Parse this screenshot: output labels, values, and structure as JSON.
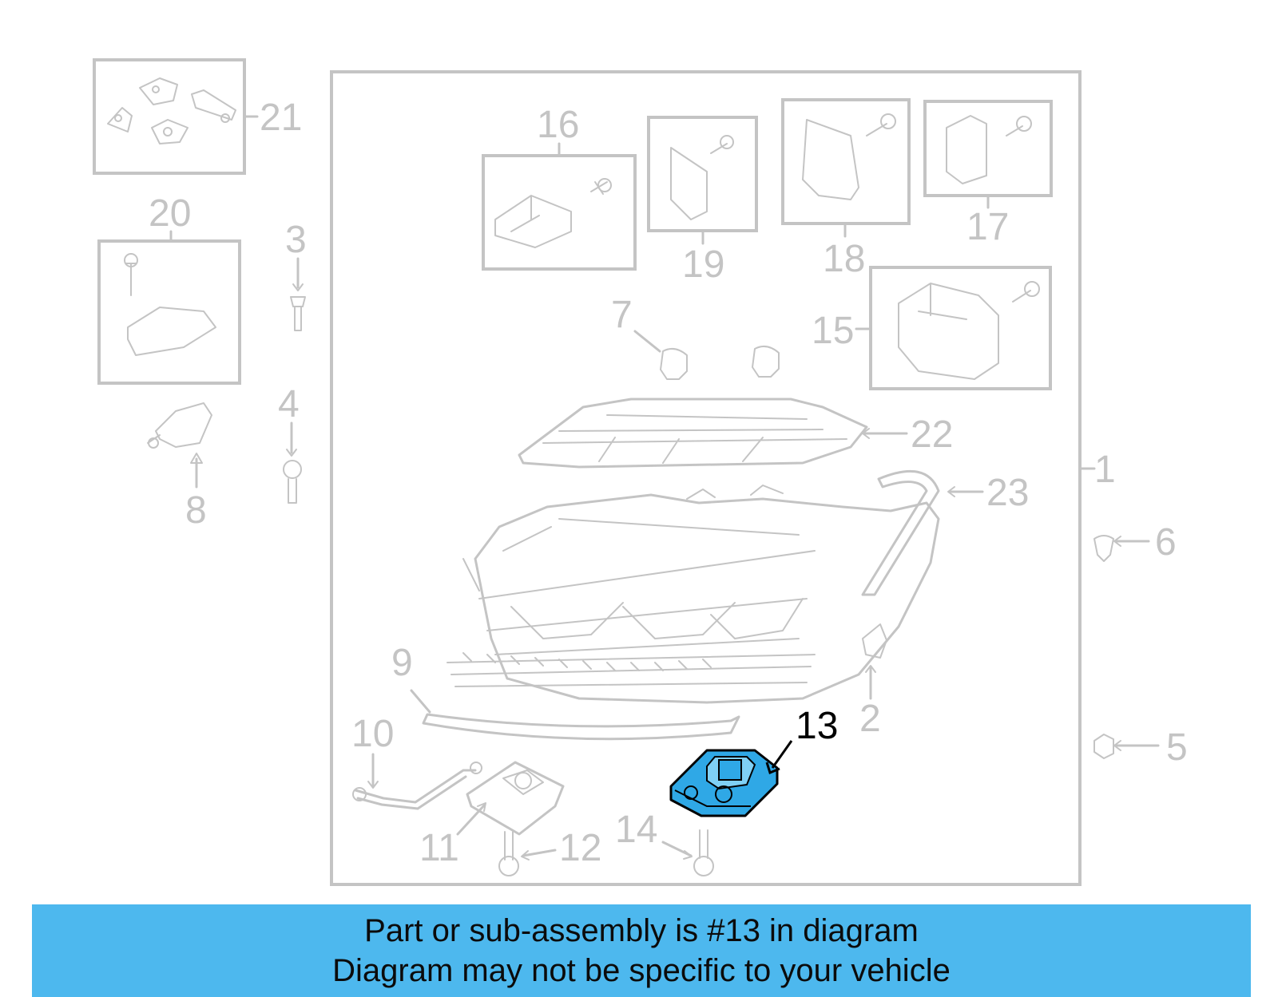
{
  "diagram": {
    "highlight_color": "#2fa8e6",
    "callouts": {
      "c1": "1",
      "c2": "2",
      "c3": "3",
      "c4": "4",
      "c5": "5",
      "c6": "6",
      "c7": "7",
      "c8": "8",
      "c9": "9",
      "c10": "10",
      "c11": "11",
      "c12": "12",
      "c13": "13",
      "c14": "14",
      "c15": "15",
      "c16": "16",
      "c17": "17",
      "c18": "18",
      "c19": "19",
      "c20": "20",
      "c21": "21",
      "c22": "22",
      "c23": "23"
    },
    "highlighted_part": "13"
  },
  "banner": {
    "line1": "Part or sub-assembly is #13 in diagram",
    "line2": "Diagram may not be specific to your vehicle"
  }
}
